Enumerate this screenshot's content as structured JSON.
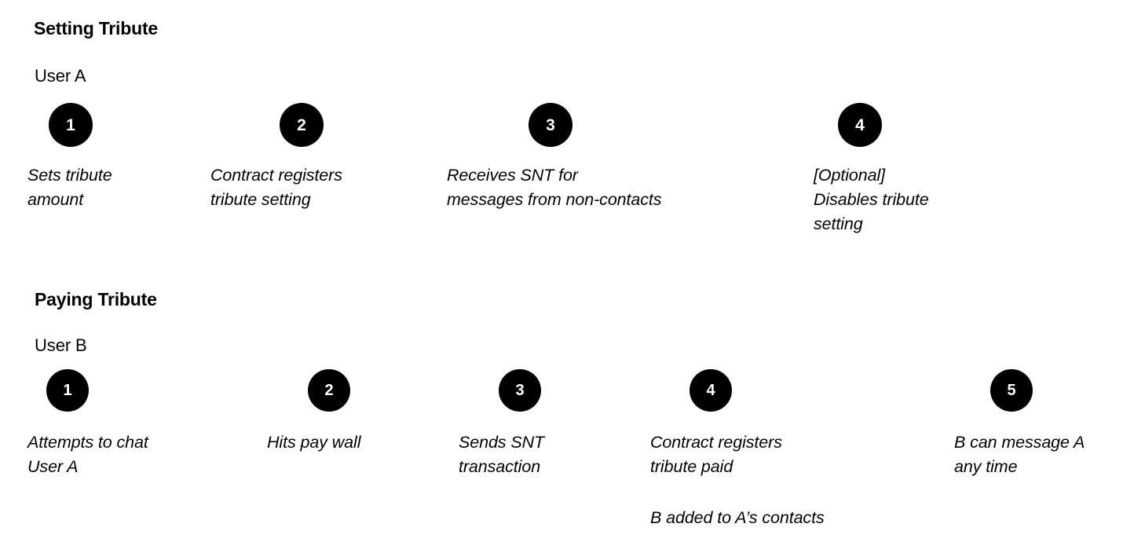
{
  "page": {
    "background": "#ffffff",
    "ink": "#000000",
    "badge_fill": "#000000",
    "badge_text": "#ffffff"
  },
  "sections": [
    {
      "title": "Setting Tribute",
      "actor": "User A",
      "steps": [
        {
          "number": "1",
          "caption": "Sets tribute\namount"
        },
        {
          "number": "2",
          "caption": "Contract registers\ntribute setting"
        },
        {
          "number": "3",
          "caption": "Receives SNT for\nmessages from non-contacts"
        },
        {
          "number": "4",
          "caption": "[Optional]\nDisables tribute\nsetting"
        }
      ]
    },
    {
      "title": "Paying Tribute",
      "actor": "User B",
      "steps": [
        {
          "number": "1",
          "caption": "Attempts to chat\nUser A"
        },
        {
          "number": "2",
          "caption": "Hits pay wall"
        },
        {
          "number": "3",
          "caption": "Sends SNT\ntransaction"
        },
        {
          "number": "4",
          "caption": "Contract registers\ntribute paid",
          "note": "B added to A’s contacts"
        },
        {
          "number": "5",
          "caption": "B can message A\nany time"
        }
      ]
    }
  ]
}
